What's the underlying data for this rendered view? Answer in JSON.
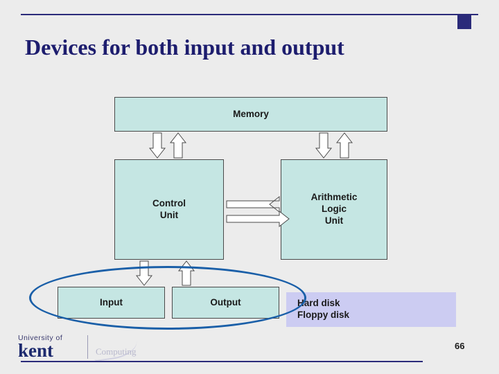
{
  "slide": {
    "title": "Devices for both input and output",
    "page_number": "66",
    "accent_color": "#1d1d6e",
    "box_fill": "#c5e6e3",
    "disk_fill": "#ccccf2",
    "ellipse_color": "#1a5fa8"
  },
  "diagram": {
    "boxes": {
      "memory": "Memory",
      "control_unit": "Control\nUnit",
      "control_unit_line1": "Control",
      "control_unit_line2": "Unit",
      "alu_line1": "Arithmetic",
      "alu_line2": "Logic",
      "alu_line3": "Unit",
      "input": "Input",
      "output": "Output",
      "disk_line1": "Hard disk",
      "disk_line2": "Floppy disk"
    },
    "arrows": [
      {
        "name": "memory-to-control",
        "direction": "down"
      },
      {
        "name": "control-to-memory",
        "direction": "up"
      },
      {
        "name": "memory-to-alu",
        "direction": "down"
      },
      {
        "name": "alu-to-memory",
        "direction": "up"
      },
      {
        "name": "alu-to-control",
        "direction": "left"
      },
      {
        "name": "control-to-alu",
        "direction": "right"
      },
      {
        "name": "control-to-input",
        "direction": "down"
      },
      {
        "name": "output-to-control",
        "direction": "up"
      }
    ]
  },
  "logo": {
    "university": "University of",
    "name": "kent",
    "department": "Computing"
  }
}
